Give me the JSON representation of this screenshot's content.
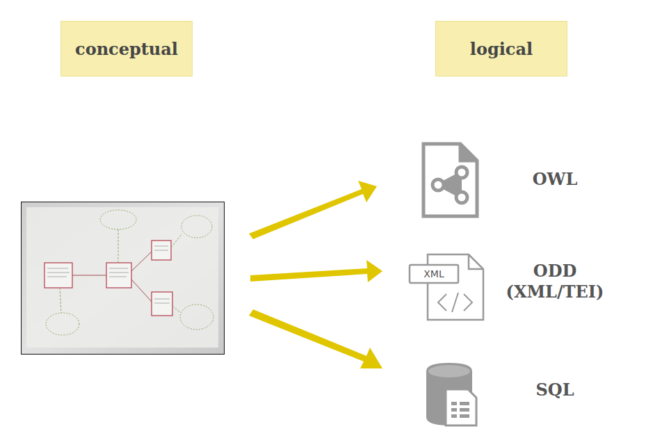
{
  "diagram": {
    "nodes": [
      {
        "text": [
          "conceptual"
        ]
      },
      {
        "text": [
          "logical"
        ]
      }
    ],
    "labels": [
      "OWL",
      "ODD (XML/TEI)",
      "SQL",
      "XML"
    ]
  }
}
